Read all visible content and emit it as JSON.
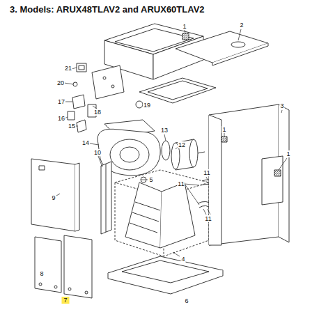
{
  "diagram": {
    "title": "3. Models: ARUX48TLAV2 and ARUX60TLAV2",
    "labels": [
      "1",
      "2",
      "3",
      "1",
      "1",
      "21",
      "20",
      "17",
      "16",
      "15",
      "18",
      "19",
      "14",
      "13",
      "12",
      "11",
      "11",
      "11",
      "10",
      "9",
      "5",
      "4",
      "8",
      "7",
      "6"
    ]
  }
}
